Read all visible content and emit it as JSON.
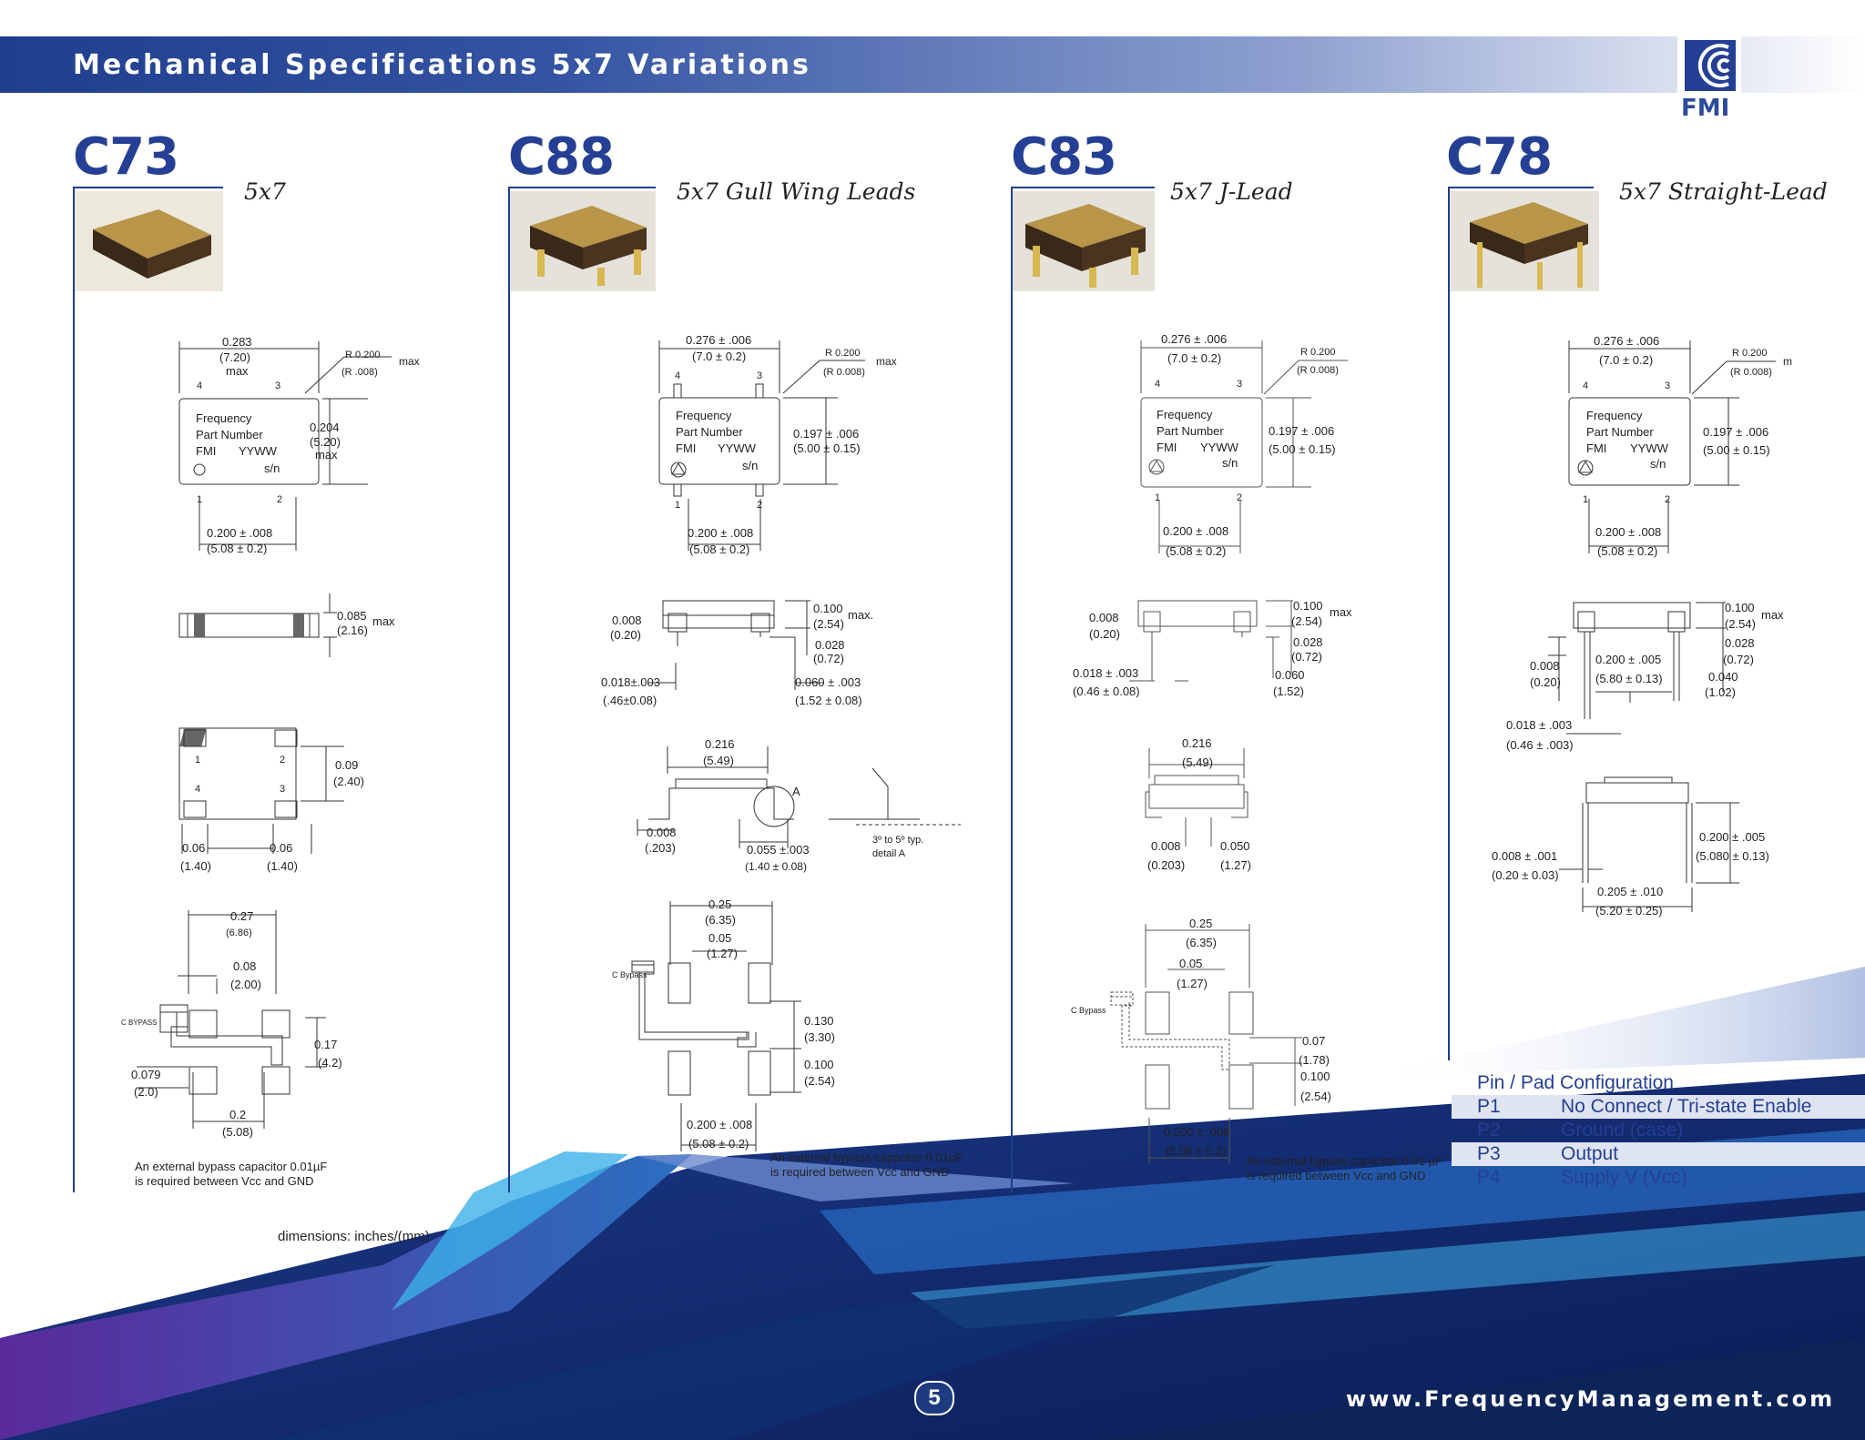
{
  "header": {
    "title": "Mechanical Specifications 5x7 Variations",
    "logo_text": "FMI"
  },
  "products": [
    {
      "code": "C73",
      "subtitle": "5x7"
    },
    {
      "code": "C88",
      "subtitle": "5x7 Gull Wing Leads"
    },
    {
      "code": "C83",
      "subtitle": "5x7 J-Lead"
    },
    {
      "code": "C78",
      "subtitle": "5x7 Straight-Lead"
    }
  ],
  "part_label": {
    "l1": "Frequency",
    "l2": "Part Number",
    "l3a": "FMI",
    "l3b": "YYWW",
    "l4": "s/n"
  },
  "c73": {
    "w1": "0.283",
    "w2": "(7.20)",
    "w3": "max",
    "r1": "R 0.200",
    "r2": "(R .008)",
    "rmax": "max",
    "h1": "0.204",
    "h2": "(5.20)",
    "h3": "max",
    "p1": "0.200 ± .008",
    "p2": "(5.08 ± 0.2)",
    "t1": "0.085",
    "t2": "(2.16)",
    "tmax": "max",
    "pad1": "0.09",
    "pad2": "(2.40)",
    "pw1": "0.06",
    "pw2": "(1.40)",
    "pw3": "0.06",
    "pw4": "(1.40)",
    "l1": "0.27",
    "l2": "(6.86)",
    "l3": "0.08",
    "l4": "(2.00)",
    "l5": "0.17",
    "l6": "(4.2)",
    "l7": "0.079",
    "l8": "(2.0)",
    "l9": "0.2",
    "l10": "(5.08)",
    "bypass": "C BYPASS",
    "note1": "An external bypass capacitor 0.01µF",
    "note2": "is required between Vcc and GND"
  },
  "c88": {
    "w1": "0.276 ± .006",
    "w2": "(7.0 ± 0.2)",
    "r1": "R 0.200",
    "r2": "(R 0.008)",
    "rmax": "max",
    "h1": "0.197 ± .006",
    "h2": "(5.00 ± 0.15)",
    "p1": "0.200 ± .008",
    "p2": "(5.08 ± 0.2)",
    "s1": "0.008",
    "s2": "(0.20)",
    "s3": "0.100",
    "s4": "(2.54)",
    "smax": "max.",
    "s5": "0.028",
    "s6": "(0.72)",
    "s7": "0.018±.003",
    "s8": "(.46±0.08)",
    "s9": "0.060 ± .003",
    "s10": "(1.52 ± 0.08)",
    "g1": "0.216",
    "g2": "(5.49)",
    "g3": "0.008",
    "g4": "(.203)",
    "g5": "0.055 ±.003",
    "g6": "(1.40 ± 0.08)",
    "ga": "A",
    "g7": "3º to 5º typ.",
    "g8": "detail A",
    "l1": "0.25",
    "l2": "(6.35)",
    "l3": "0.05",
    "l4": "(1.27)",
    "l5": "0.130",
    "l6": "(3.30)",
    "l7": "0.100",
    "l8": "(2.54)",
    "l9": "0.200 ± .008",
    "l10": "(5.08 ± 0.2)",
    "bypass": "C Bypass",
    "note1": "An external bypass capacitor 0.01µF",
    "note2": "is required between Vcc and GND"
  },
  "c83": {
    "w1": "0.276 ± .006",
    "w2": "(7.0 ± 0.2)",
    "r1": "R 0.200",
    "r2": "(R 0.008)",
    "h1": "0.197 ± .006",
    "h2": "(5.00 ± 0.15)",
    "p1": "0.200 ± .008",
    "p2": "(5.08 ± 0.2)",
    "s1": "0.008",
    "s2": "(0.20)",
    "s3": "0.100",
    "s4": "(2.54)",
    "smax": "max",
    "s5": "0.028",
    "s6": "(0.72)",
    "s7": "0.018 ± .003",
    "s8": "(0.46 ± 0.08)",
    "s9": "0.060",
    "s10": "(1.52)",
    "j1": "0.216",
    "j2": "(5.49)",
    "j3": "0.008",
    "j4": "(0.203)",
    "j5": "0.050",
    "j6": "(1.27)",
    "l1": "0.25",
    "l2": "(6.35)",
    "l3": "0.05",
    "l4": "(1.27)",
    "l5": "0.07",
    "l6": "(1.78)",
    "l7": "0.100",
    "l8": "(2.54)",
    "l9": "0.200 ± .008",
    "l10": "(5.08 ± 0.2)",
    "bypass": "C Bypass",
    "note1": "An external bypass capacitor 0.01 µF",
    "note2": "is required between Vcc and GND"
  },
  "c78": {
    "w1": "0.276 ± .006",
    "w2": "(7.0 ± 0.2)",
    "r1": "R 0.200",
    "r2": "(R 0.008)",
    "rm": "m",
    "h1": "0.197 ± .006",
    "h2": "(5.00 ± 0.15)",
    "p1": "0.200 ± .008",
    "p2": "(5.08 ± 0.2)",
    "s1": "0.100",
    "s2": "(2.54)",
    "smax": "max",
    "s3": "0.028",
    "s4": "(0.72)",
    "s5": "0.040",
    "s6": "(1.02)",
    "s7": "0.008",
    "s8": "(0.20)",
    "s9": "0.200 ± .005",
    "s10": "(5.80 ± 0.13)",
    "s11": "0.018 ± .003",
    "s12": "(0.46 ± .003)",
    "e1": "0.200 ± .005",
    "e2": "(5.080 ± 0.13)",
    "e3": "0.008 ± .001",
    "e4": "(0.20 ± 0.03)",
    "e5": "0.205 ± .010",
    "e6": "(5.20 ± 0.25)"
  },
  "pins": {
    "title": "Pin / Pad Configuration",
    "rows": [
      {
        "id": "P1",
        "desc": "No Connect / Tri-state Enable"
      },
      {
        "id": "P2",
        "desc": "Ground (case)"
      },
      {
        "id": "P3",
        "desc": "Output"
      },
      {
        "id": "P4",
        "desc": "Supply V (Vcc)"
      }
    ]
  },
  "dimensions_note": "dimensions: inches/(mm)",
  "footer": {
    "page": "5",
    "url": "www.FrequencyManagement.com"
  },
  "colors": {
    "brand": "#243f93",
    "header": "#1f3e8e"
  }
}
